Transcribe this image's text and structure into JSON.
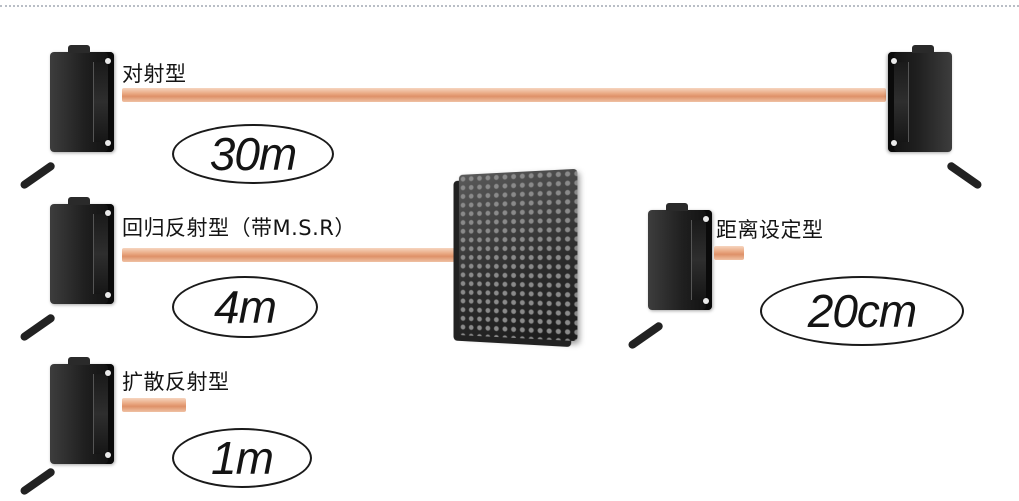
{
  "diagram": {
    "through_beam": {
      "label": "对射型",
      "distance": "30m"
    },
    "retro_reflective": {
      "label": "回归反射型（带M.S.R）",
      "distance": "4m"
    },
    "diffuse_reflective": {
      "label": "扩散反射型",
      "distance": "1m"
    },
    "distance_settable": {
      "label": "距离设定型",
      "distance": "20cm"
    }
  },
  "colors": {
    "beam": "#e9a882",
    "sensor_body": "#1f1f1f",
    "divider": "#b9bec6"
  }
}
